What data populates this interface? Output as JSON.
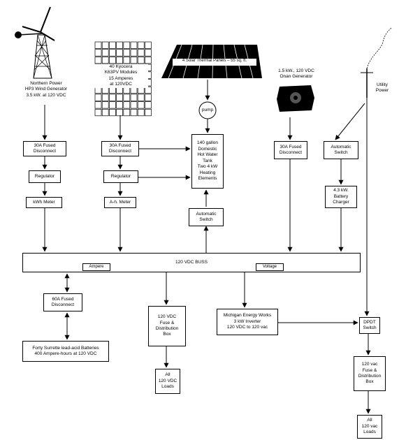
{
  "sources": {
    "wind": "Northern Power\nHP3 Wind Generator\n3.5 kW. at 120 VDC",
    "pv": "40 Kyocera\nK63PV Modules\n15 Amperes\nat 120VDC",
    "thermal": "4 Solar Thermal Panels – 55 sq. ft.",
    "generator": "1.5 kW., 120 VDC\nOnan Generator",
    "utility": "Utility\nPower",
    "pump": "pump"
  },
  "boxes": {
    "fused_wind": "30A Fused\nDisconnect",
    "fused_pv": "30A Fused\nDisconnect",
    "fused_gen": "30A Fused\nDisconnect",
    "auto_switch_utility": "Automatic\nSwitch",
    "regulator_wind": "Regulator",
    "regulator_pv": "Regulator",
    "kwh_meter": "kWh Meter",
    "ah_meter": "A-h. Meter",
    "water_tank": "140 gallon\nDomestic\nHot Water\nTank\nTwo 4 kW\nHeating\nElements",
    "auto_switch_tank": "Automatic\nSwitch",
    "charger": "4.3 kW.\nBattery\nCharger",
    "buss": "120 VDC BUSS",
    "ammeter": "Ampere",
    "voltmeter": "Voltage",
    "fused_batt": "60A Fused\nDisconnect",
    "batteries": "Forty Surrette lead-acid Batteries\n400 Ampere-hours at 120 VDC",
    "dc_dist": "120 VDC\nFuse &\nDistribution\nBox",
    "dc_loads": "All\n120 VDC\nLoads",
    "inverter": "Michigan Energy Works\n3 kW Inverter\n120 VDC to 120 vac",
    "dpdt": "DPDT\nSwitch",
    "ac_dist": "120 vac\nFuse &\nDistribution\nBox",
    "ac_loads": "All\n120 vac\nLoads"
  }
}
